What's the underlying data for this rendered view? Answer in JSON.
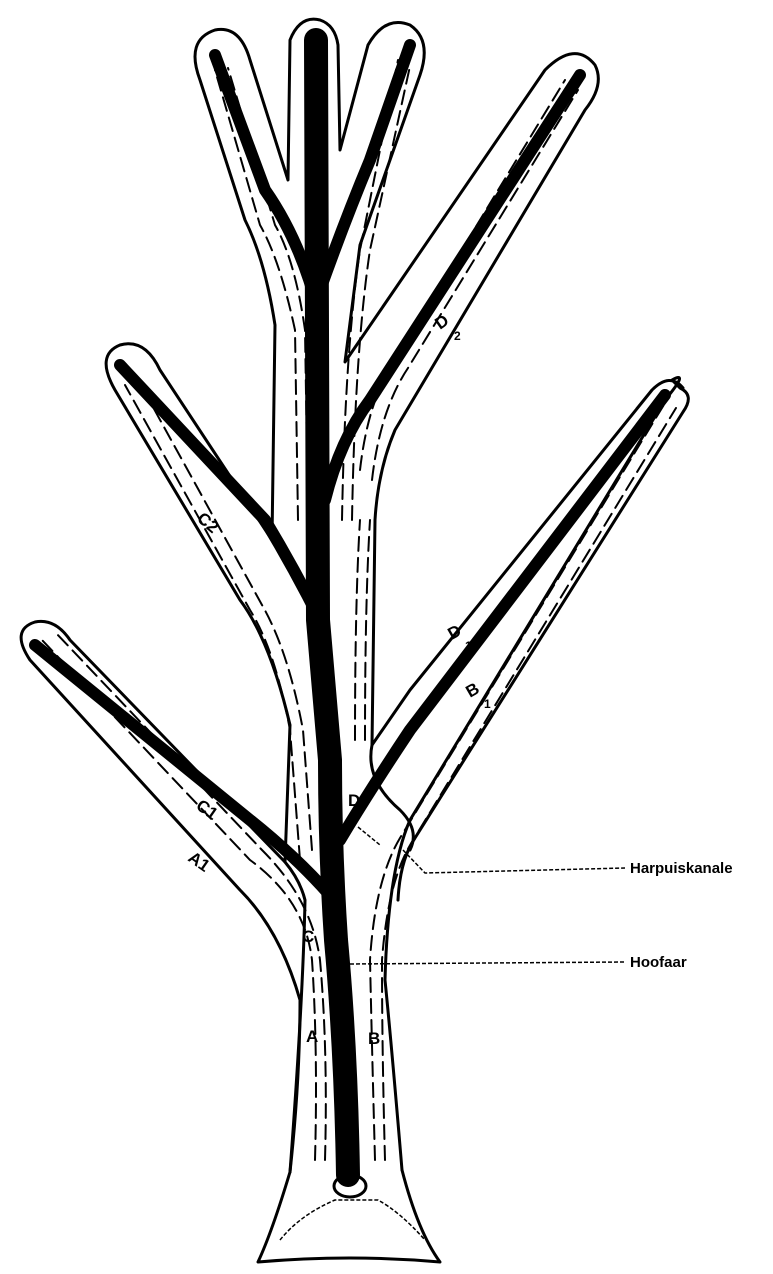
{
  "labels": {
    "harpuiskanale": "Harpuiskanale",
    "hoofaar": "Hoofaar"
  },
  "branch_labels": {
    "d2": "D",
    "d2_sub": "2",
    "c2": "C2",
    "d1": "D",
    "d1_sub": "1",
    "b1": "B",
    "b1_sub": "1",
    "c1": "C1",
    "a1": "A1",
    "c": "C",
    "a": "A",
    "b": "B",
    "d": "D"
  },
  "colors": {
    "ink": "#000000",
    "background": "#ffffff"
  }
}
